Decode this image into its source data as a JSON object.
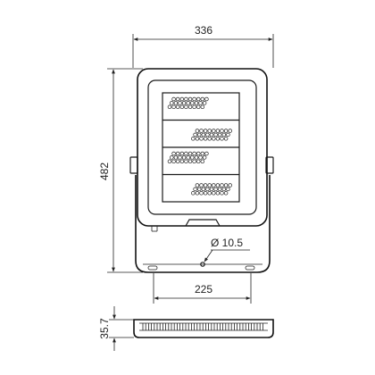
{
  "dimensions": {
    "top_width": "336",
    "height": "482",
    "bracket_width": "225",
    "hole_diameter": "Ø 10.5",
    "depth": "35.7"
  },
  "led_array": {
    "modules": 4,
    "rows_per_module": 3,
    "cols_per_row": 9
  }
}
